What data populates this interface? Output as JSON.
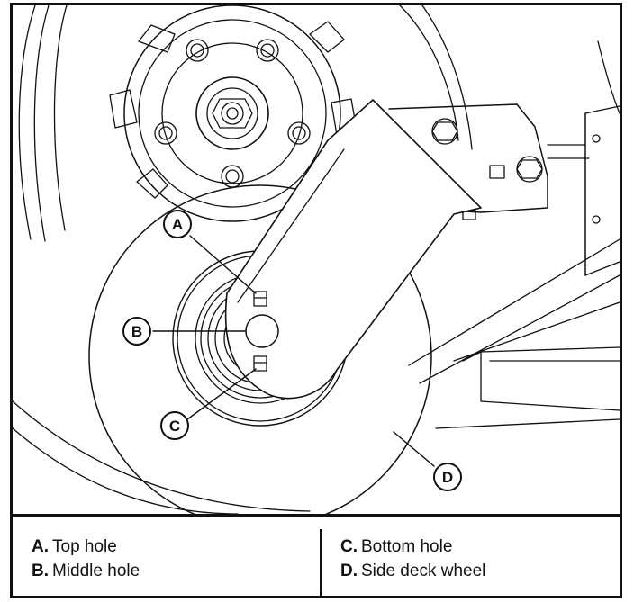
{
  "callouts": [
    {
      "letter": "A"
    },
    {
      "letter": "B"
    },
    {
      "letter": "C"
    },
    {
      "letter": "D"
    }
  ],
  "legend": [
    {
      "key": "A.",
      "text": "Top hole"
    },
    {
      "key": "B.",
      "text": "Middle hole"
    },
    {
      "key": "C.",
      "text": "Bottom hole"
    },
    {
      "key": "D.",
      "text": "Side deck wheel"
    }
  ],
  "colors": {
    "line": "#111111",
    "background": "#ffffff",
    "fill": "#ffffff"
  }
}
